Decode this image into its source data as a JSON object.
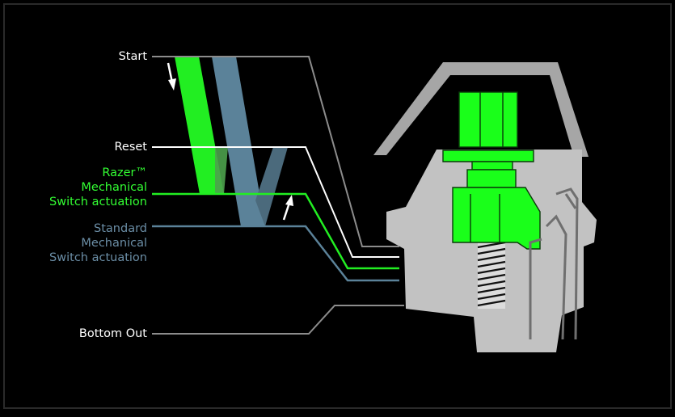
{
  "labels": {
    "start": "Start",
    "reset": "Reset",
    "razer": [
      "Razer™",
      "Mechanical",
      "Switch actuation"
    ],
    "standard": [
      "Standard",
      "Mechanical",
      "Switch actuation"
    ],
    "bottom_out": "Bottom Out"
  },
  "colors": {
    "background": "#000000",
    "frame": "#2a2a2a",
    "razer_green": "#22ee22",
    "standard_blue": "#5b8299",
    "switch_body": "#c2c2c2",
    "leader_gray": "#8c8c8c",
    "white": "#ffffff"
  },
  "icons": [
    "down-arrow-icon",
    "up-arrow-icon"
  ]
}
